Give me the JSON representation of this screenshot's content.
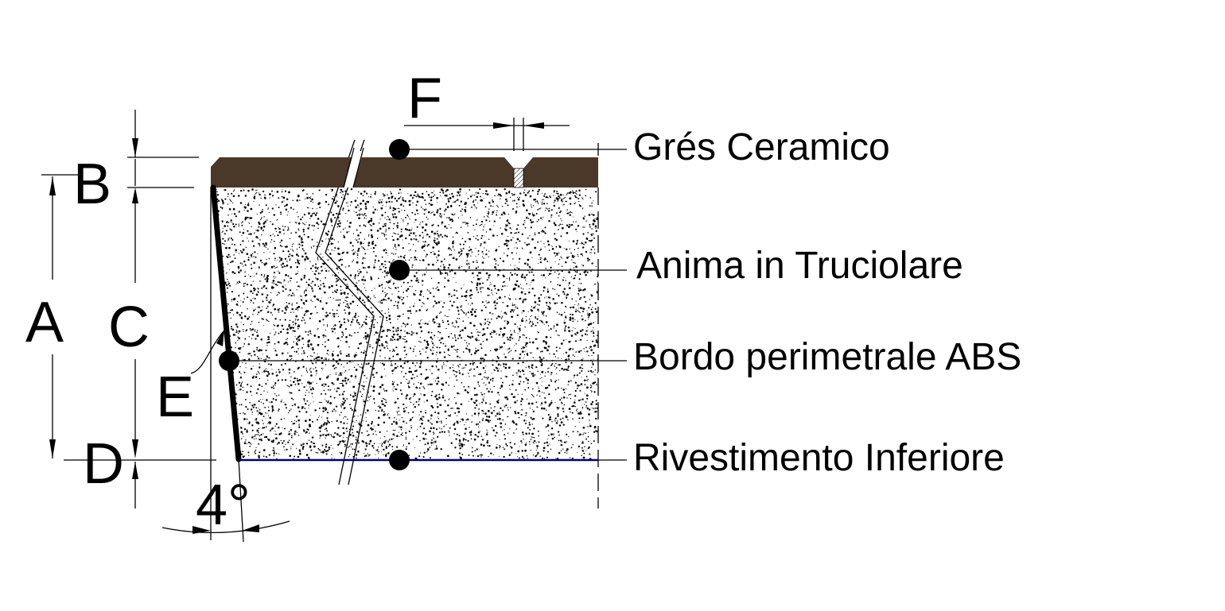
{
  "dimension_labels": {
    "a": "A",
    "b": "B",
    "c": "C",
    "d": "D",
    "e": "E",
    "f": "F",
    "angle": "4°"
  },
  "layer_labels": {
    "ceramic": "Grés Ceramico",
    "core": "Anima in Truciolare",
    "edge": "Bordo perimetrale ABS",
    "bottom": "Rivestimento Inferiore"
  },
  "colors": {
    "ceramic_fill": "#4a3828",
    "core_fill": "#ffffff",
    "speckle": "#000000",
    "bottom_line": "#00006e",
    "ink": "#000000"
  }
}
